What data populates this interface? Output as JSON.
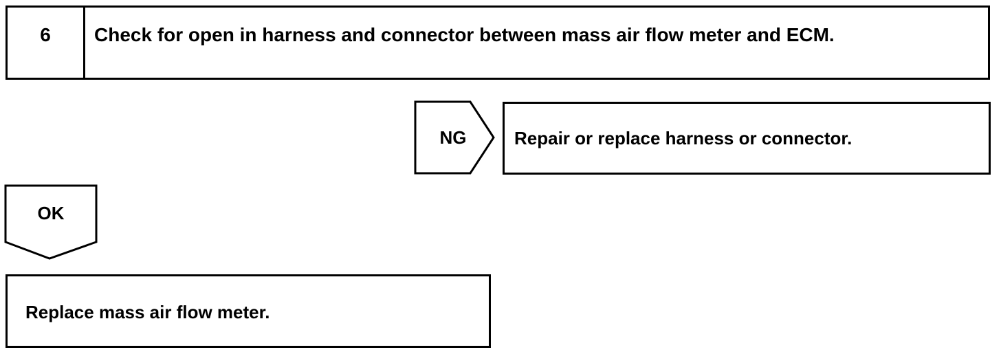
{
  "step": {
    "number": "6",
    "title": "Check for open in harness and connector between mass air flow meter and ECM."
  },
  "ng_branch": {
    "label": "NG",
    "result": "Repair or replace harness or connector."
  },
  "ok_branch": {
    "label": "OK",
    "result": "Replace mass air flow meter."
  },
  "colors": {
    "line": "#000000",
    "background": "#ffffff"
  }
}
